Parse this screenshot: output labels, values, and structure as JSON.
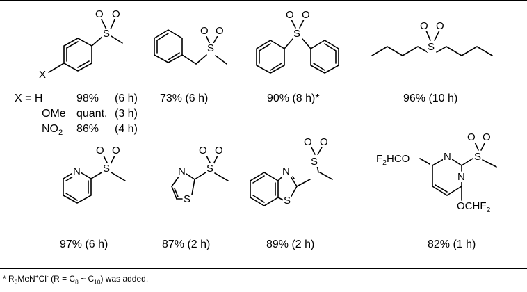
{
  "compounds": [
    {
      "id": "aryl-methyl-sulfone",
      "substituent": "X",
      "rows": [
        {
          "group": "X = H",
          "yield": "98%",
          "time": "(6 h)"
        },
        {
          "group": "OMe",
          "yield": "quant.",
          "time": "(3 h)"
        },
        {
          "group": "NO",
          "sub": "2",
          "yield": "86%",
          "time": "(4 h)"
        }
      ]
    },
    {
      "id": "benzyl-methyl-sulfone",
      "label": "73% (6 h)"
    },
    {
      "id": "diphenyl-sulfone",
      "label": "90% (8 h)*"
    },
    {
      "id": "dibutyl-sulfone",
      "label": "96% (10 h)"
    },
    {
      "id": "pyridyl-methyl-sulfone",
      "label": "97% (6 h)"
    },
    {
      "id": "thiazolyl-methyl-sulfone",
      "label": "87% (2 h)"
    },
    {
      "id": "benzothiazolyl-methyl-sulfone",
      "label": "89% (2 h)"
    },
    {
      "id": "pyrimidinyl-methyl-sulfone",
      "label": "82% (1 h)",
      "groups": {
        "left": "F2HCO",
        "bottom": "OCHF2"
      }
    }
  ],
  "atoms": {
    "S": "S",
    "O": "O",
    "N": "N"
  },
  "footnote": {
    "mark": "*",
    "r3": "R",
    "three": "3",
    "men": "MeN",
    "plus": "+",
    "cl": "Cl",
    "minus": "-",
    "rest": "(R = C",
    "c8": "8",
    "tilde": " ~ C",
    "c10": "10",
    "end": ") was added."
  }
}
